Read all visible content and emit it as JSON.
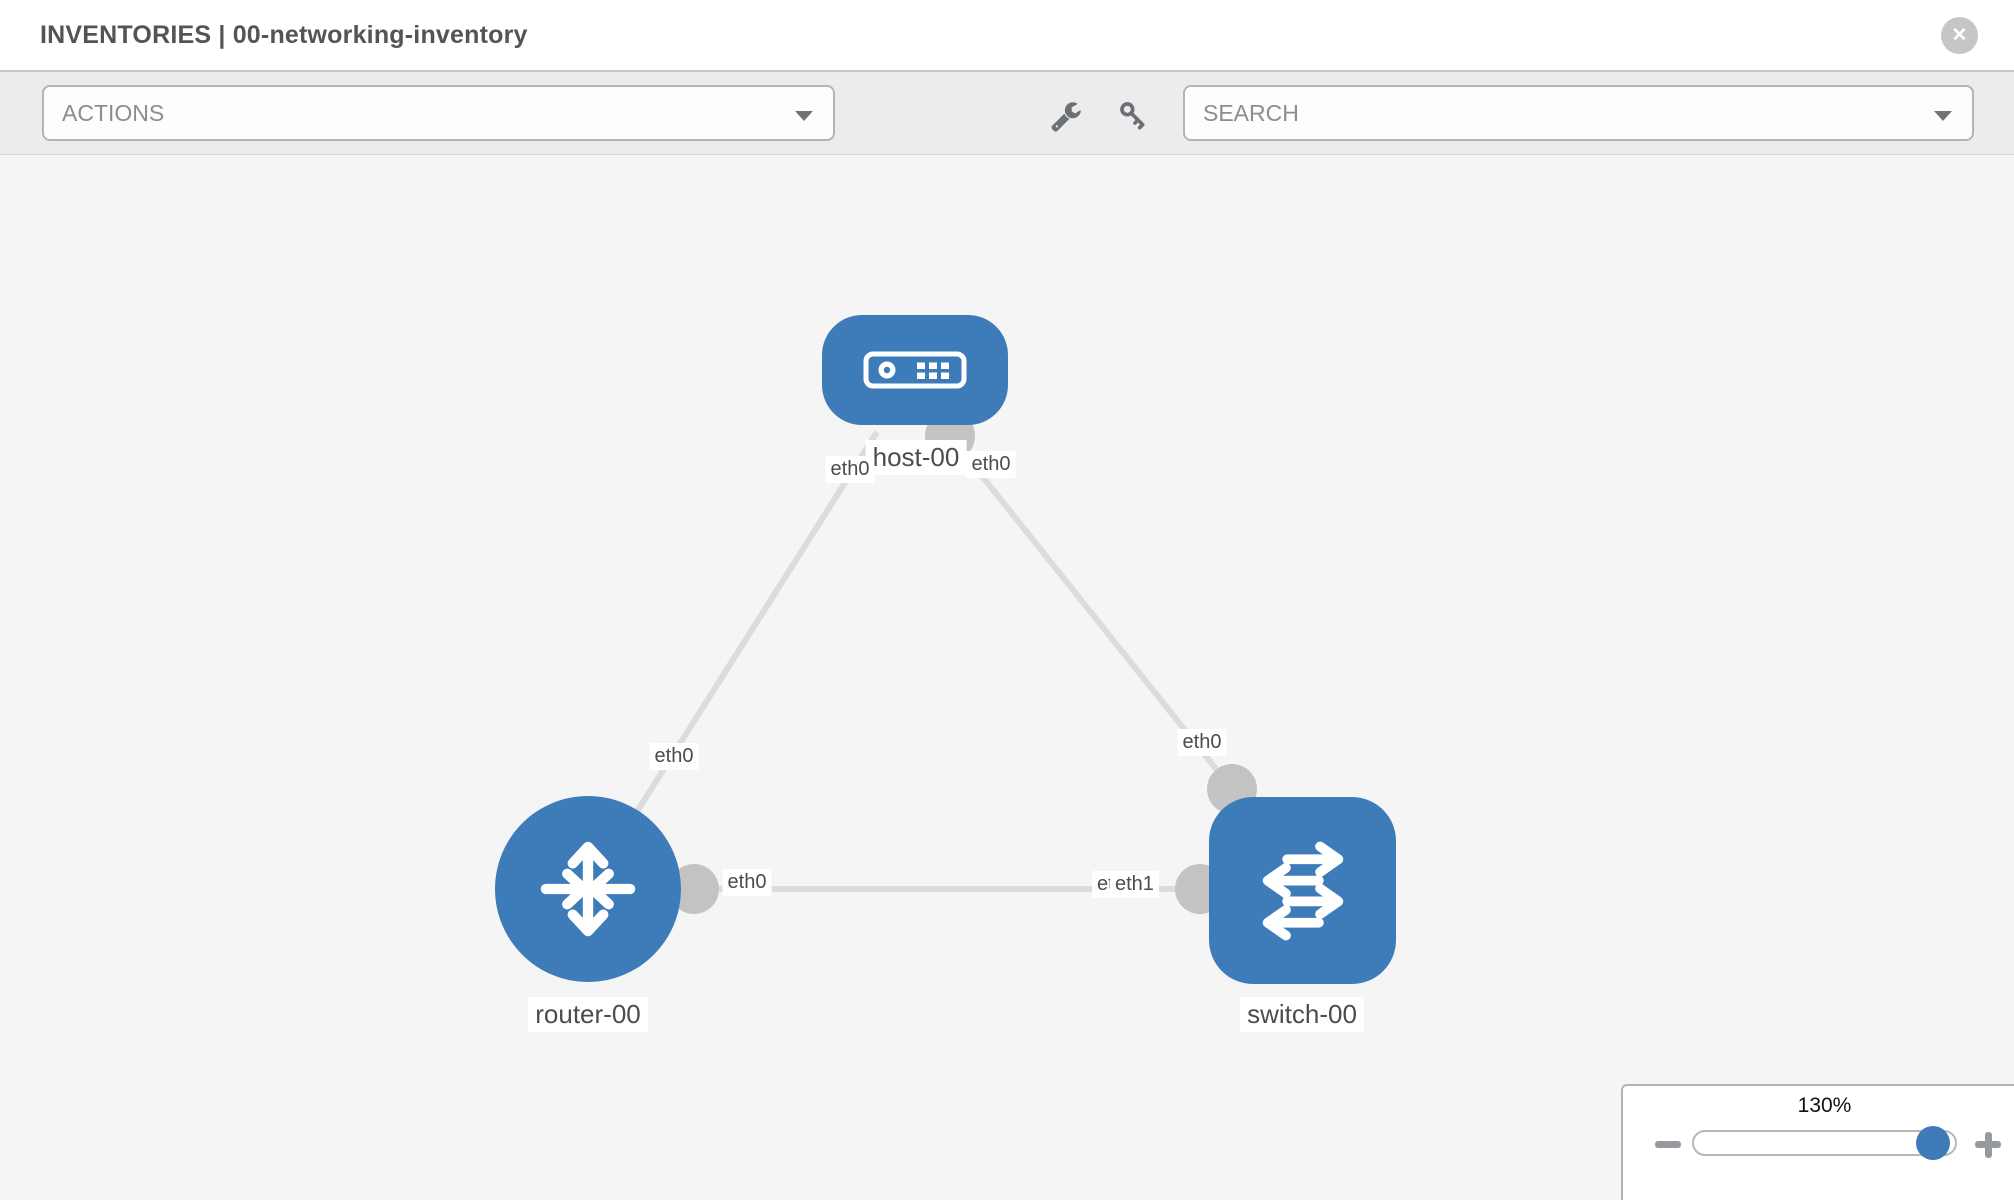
{
  "header": {
    "title": "INVENTORIES | 00-networking-inventory",
    "close_glyph": "✕"
  },
  "toolbar": {
    "actions_label": "ACTIONS",
    "search_label": "SEARCH"
  },
  "icons": {
    "close": "x-in-gray-circle",
    "wrench": "wrench",
    "key": "key",
    "actions_caret": "triangle-down",
    "search_caret": "triangle-down",
    "host": "server-chassis",
    "router": "router-crossed-arrows",
    "switch": "switch-staggered-arrows",
    "zoom_out": "minus",
    "zoom_in": "plus",
    "interface_dot": "gray-circle"
  },
  "topology": {
    "nodes": {
      "host": {
        "label": "host-00",
        "type": "host"
      },
      "router": {
        "label": "router-00",
        "type": "router"
      },
      "switch": {
        "label": "switch-00",
        "type": "switch"
      }
    },
    "links": [
      {
        "from": "host-00",
        "from_if": "eth0",
        "to": "router-00",
        "to_if": "eth0"
      },
      {
        "from": "host-00",
        "from_if": "eth0",
        "to": "switch-00",
        "to_if": "eth0"
      },
      {
        "from": "router-00",
        "from_if": "eth0",
        "to": "switch-00",
        "to_if": "eth1"
      }
    ],
    "interface_labels": {
      "host_left": "eth0",
      "host_right": "eth0",
      "router_link_host": "eth0",
      "switch_link_host": "eth0",
      "router_link_switch": "eth0",
      "switch_link_router_under": "eth0",
      "switch_link_router": "eth1"
    }
  },
  "zoom_control": {
    "level": "130%"
  }
}
